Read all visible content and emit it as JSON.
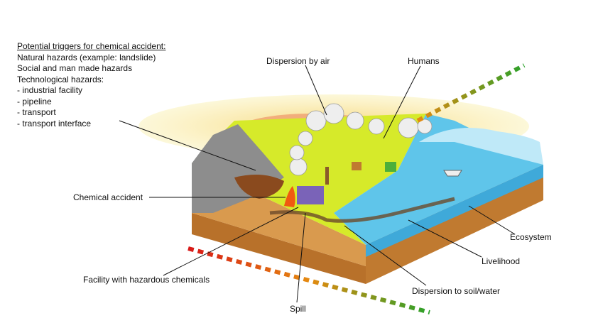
{
  "legend": {
    "heading": "Potential triggers for chemical accident:",
    "lines": [
      "Natural hazards (example: landslide)",
      "Social and man made hazards",
      "Technological hazards:",
      "- industrial facility",
      "- pipeline",
      "- transport",
      "- transport interface"
    ]
  },
  "labels": {
    "dispersion_air": "Dispersion by air",
    "humans": "Humans",
    "chemical_accident": "Chemical accident",
    "facility": "Facility with hazardous chemicals",
    "spill": "Spill",
    "dispersion_soil": "Dispersion to soil/water",
    "livelihood": "Livelihood",
    "ecosystem": "Ecosystem"
  }
}
